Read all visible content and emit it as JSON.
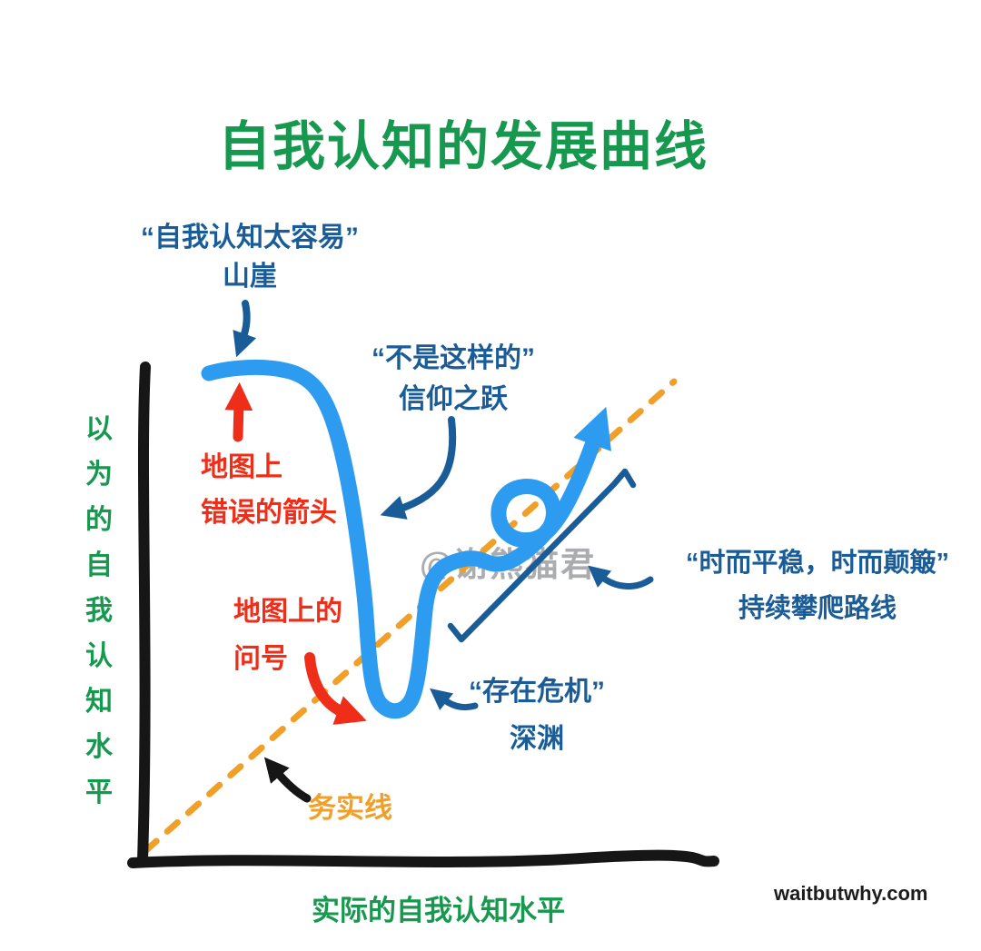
{
  "page": {
    "title": "自我认知的发展曲线",
    "credit": "waitbutwhy.com",
    "watermark": "@谢熊猫君"
  },
  "axes": {
    "y_label": "以为的自我认知水平",
    "x_label": "实际的自我认知水平"
  },
  "annotations": {
    "cliff_quote": "“自我认知太容易”",
    "cliff_name": "山崖",
    "leap_quote": "“不是这样的”",
    "leap_name": "信仰之跃",
    "wrong_arrow_line1": "地图上",
    "wrong_arrow_line2": "错误的箭头",
    "question_line1": "地图上的",
    "question_line2": "问号",
    "crisis_quote": "“存在危机”",
    "crisis_name": "深渊",
    "climb_quote": "“时而平稳，时而颠簸”",
    "climb_name": "持续攀爬路线",
    "pragmatic_label": "务实线"
  },
  "colors": {
    "green": "#17984f",
    "navy": "#1a5c97",
    "blue": "#2d9cf0",
    "red": "#ee2e18",
    "orange": "#f0a028",
    "black": "#161616",
    "watermark": "#aaacb0"
  },
  "chart_data": {
    "type": "line",
    "title": "自我认知的发展曲线",
    "xlabel": "实际的自我认知水平",
    "ylabel": "以为的自我认知水平",
    "grid": false,
    "axis_ticks": "none (conceptual hand-drawn chart, no numeric scale)",
    "note": "points_norm are fractions of plot area: x 0=origin to 1=right end of x-axis, y 0=x-axis to 1=top of y-axis",
    "series": [
      {
        "name": "自我认知发展曲线",
        "color": "#2d9cf0",
        "style": "thick hand-drawn blue stroke; starts high, plunges into deep U valley, short plateau, loop-the-loop, then climbs and ends in an upward arrowhead",
        "points_norm": [
          [
            0.11,
            0.99
          ],
          [
            0.24,
            0.995
          ],
          [
            0.33,
            0.87
          ],
          [
            0.39,
            0.62
          ],
          [
            0.42,
            0.32
          ],
          [
            0.46,
            0.31
          ],
          [
            0.49,
            0.51
          ],
          [
            0.53,
            0.61
          ],
          [
            0.58,
            0.6
          ],
          [
            0.63,
            0.62
          ],
          [
            0.67,
            0.71
          ],
          [
            0.655,
            0.74
          ],
          [
            0.67,
            0.66
          ],
          [
            0.73,
            0.78
          ],
          [
            0.79,
            0.885
          ]
        ]
      },
      {
        "name": "务实线",
        "color": "#f0a028",
        "style": "orange dashed straight diagonal, approximately y = x",
        "points_norm": [
          [
            0.0,
            0.02
          ],
          [
            0.93,
            0.975
          ]
        ]
      }
    ],
    "annotations": [
      {
        "text": "“自我认知太容易”山崖",
        "target_norm": [
          0.17,
          0.99
        ],
        "color": "#1a5c97"
      },
      {
        "text": "地图上错误的箭头",
        "target_norm": [
          0.17,
          0.96
        ],
        "color": "#ee2e18"
      },
      {
        "text": "“不是这样的”信仰之跃",
        "target_norm": [
          0.39,
          0.7
        ],
        "color": "#1a5c97"
      },
      {
        "text": "地图上的问号",
        "target_norm": [
          0.37,
          0.3
        ],
        "color": "#ee2e18"
      },
      {
        "text": "“存在危机”深渊",
        "target_norm": [
          0.475,
          0.33
        ],
        "color": "#1a5c97"
      },
      {
        "text": "“时而平稳，时而颠簸”持续攀爬路线",
        "target_norm": [
          0.72,
          0.7
        ],
        "color": "#1a5c97"
      },
      {
        "text": "务实线",
        "target_norm": [
          0.22,
          0.21
        ],
        "color": "#f0a028"
      }
    ]
  }
}
